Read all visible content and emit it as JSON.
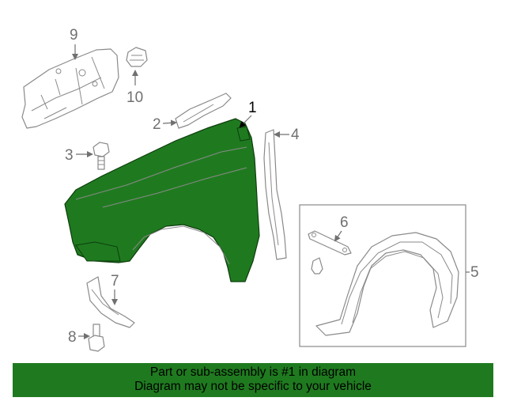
{
  "callouts": {
    "c1": "1",
    "c2": "2",
    "c3": "3",
    "c4": "4",
    "c5": "5",
    "c6": "6",
    "c7": "7",
    "c8": "8",
    "c9": "9",
    "c10": "10"
  },
  "highlight_color": "#1f7a1f",
  "footer": {
    "line1": "Part or sub-assembly is #1 in diagram",
    "line2": "Diagram may not be specific to your vehicle"
  }
}
